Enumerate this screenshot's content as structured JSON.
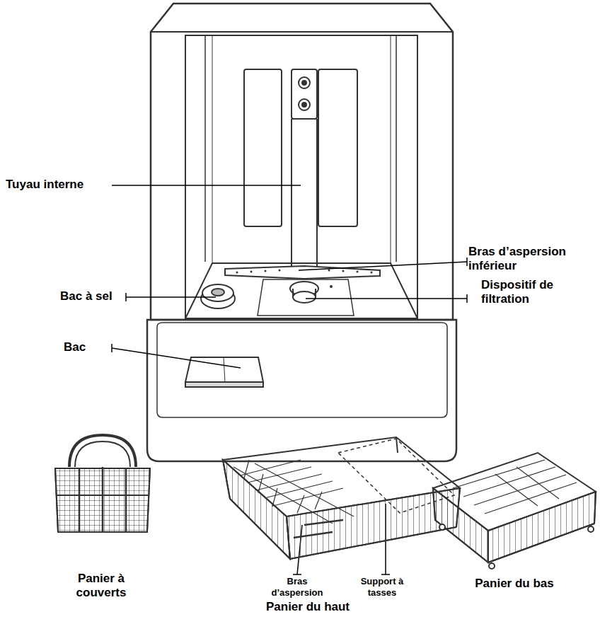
{
  "diagram": {
    "labels": [
      "Tuyau interne",
      "Bras d’aspersion inférieur",
      "Bac à sel",
      "Dispositif de filtration",
      "Bac",
      "Bras d’aspersion",
      "Support à tasses",
      "Panier à couverts",
      "Panier du haut",
      "Panier du bas"
    ]
  }
}
